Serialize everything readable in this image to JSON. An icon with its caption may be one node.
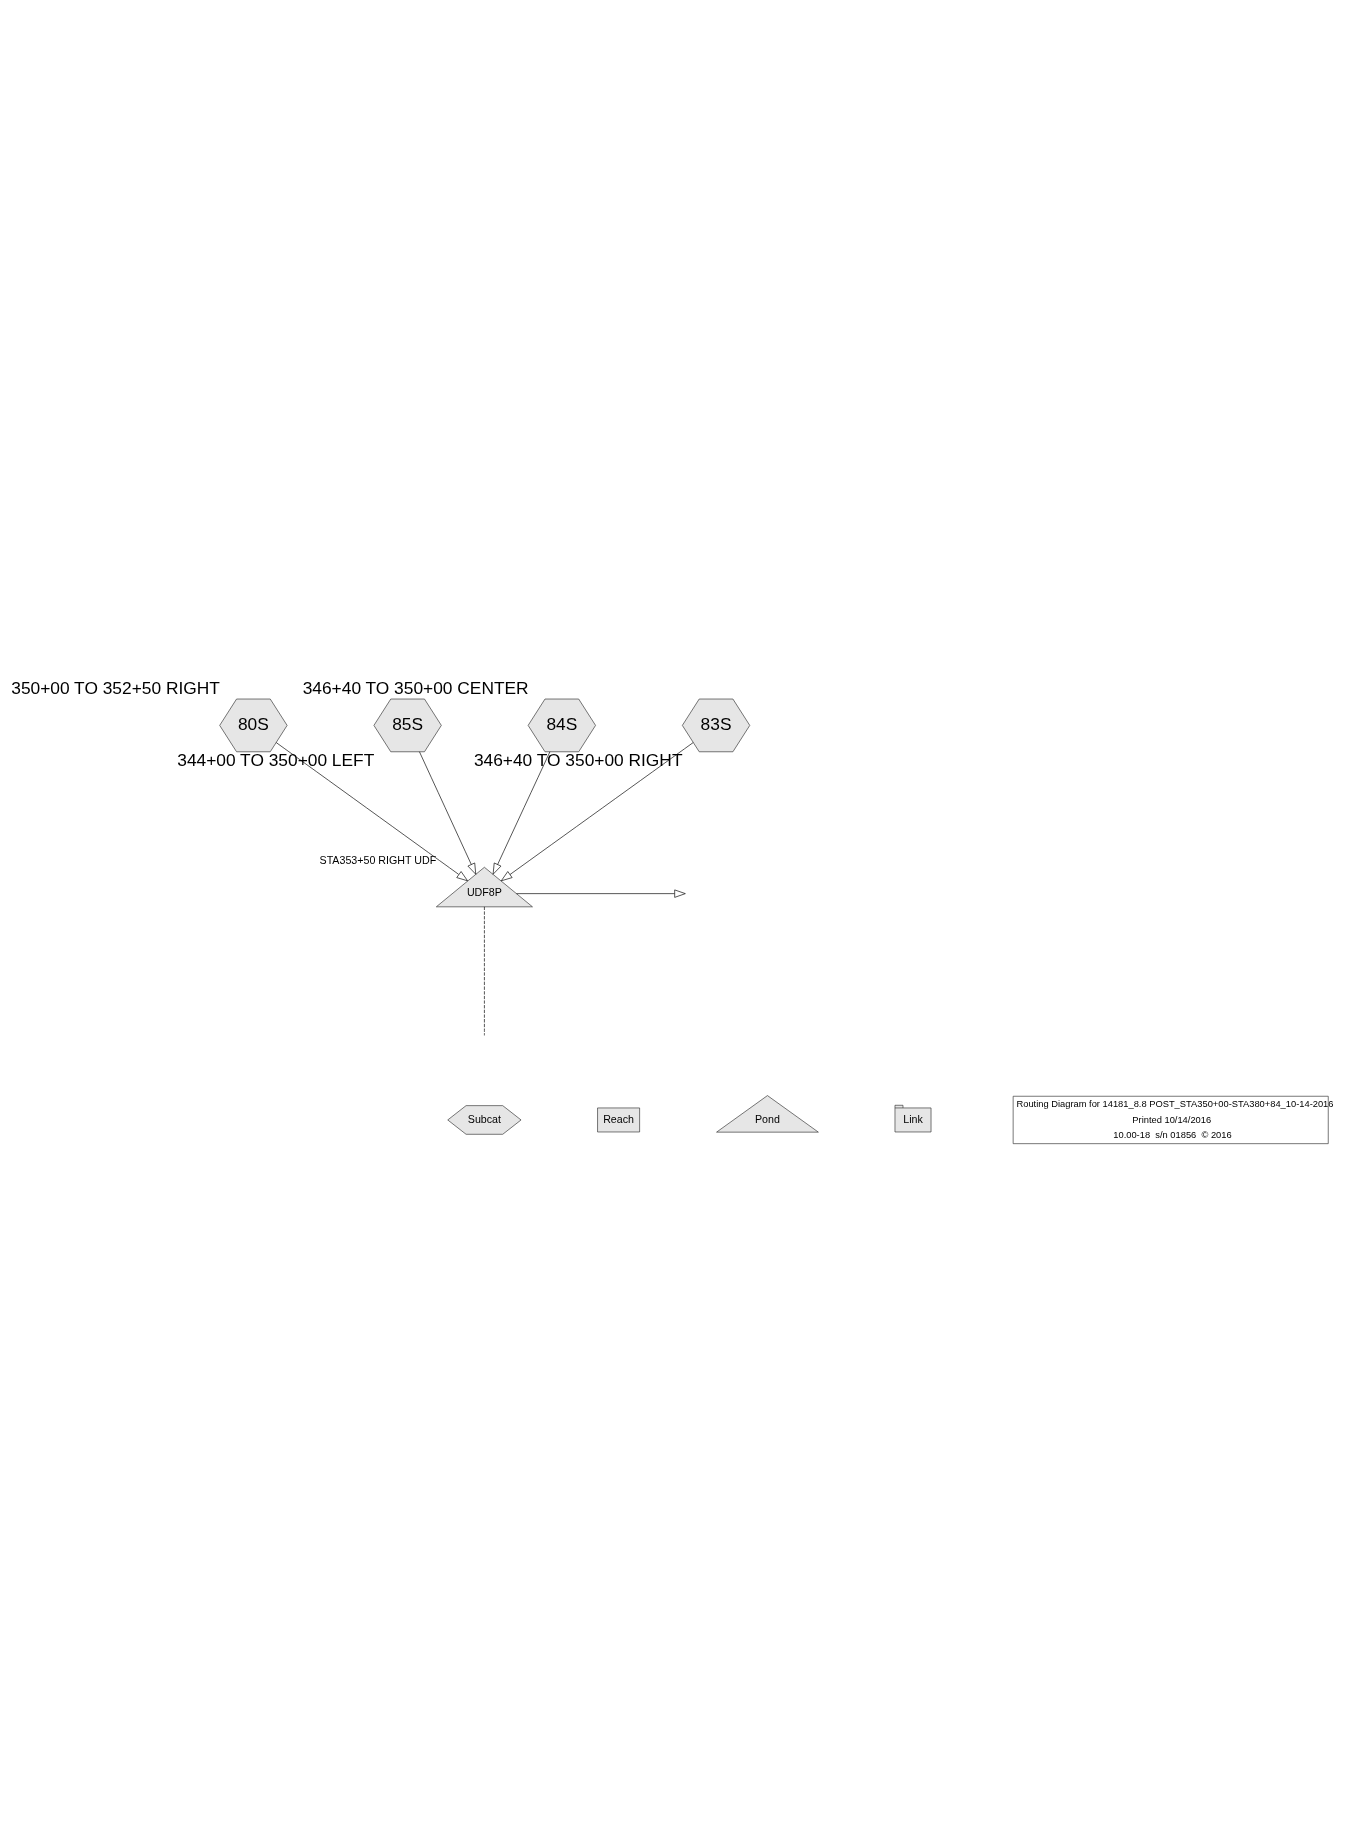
{
  "diagram": {
    "nodes": [
      {
        "text": [
          "80S"
        ],
        "beside": [
          "350+00 TO 352+50 RIGHT"
        ]
      },
      {
        "text": [
          "85S"
        ],
        "beside": [
          "344+00 TO 350+00 LEFT"
        ]
      },
      {
        "text": [
          "84S"
        ],
        "beside": [
          "346+40 TO 350+00 CENTER"
        ]
      },
      {
        "text": [
          "83S"
        ],
        "beside": [
          "346+40 TO 350+00 RIGHT"
        ]
      },
      {
        "text": [
          "UDF8P"
        ],
        "beside": [
          "STA353+50 RIGHT UDF"
        ]
      },
      {
        "text": [
          "Subcat"
        ]
      },
      {
        "text": [
          "Reach"
        ]
      },
      {
        "text": [
          "Pond"
        ]
      },
      {
        "text": [
          "Link"
        ]
      }
    ],
    "edges": [
      {
        "from": 3,
        "to": 4,
        "arrow": "to"
      },
      {
        "from": 2,
        "to": 4,
        "arrow": "to"
      },
      {
        "from": 1,
        "to": 4,
        "arrow": "to"
      },
      {
        "from": 0,
        "to": 4,
        "arrow": "to"
      },
      {
        "from": 4,
        "to": null,
        "arrow": "to"
      },
      {
        "from": 4,
        "to": null,
        "arrow": "none",
        "style": "dashed"
      }
    ],
    "labels": [
      "Routing Diagram for 14181_8.8 POST_STA350+00-STA380+84_10-14-2016",
      "Printed 10/14/2016",
      "10.00-18  s/n 01856  © 2016"
    ]
  }
}
